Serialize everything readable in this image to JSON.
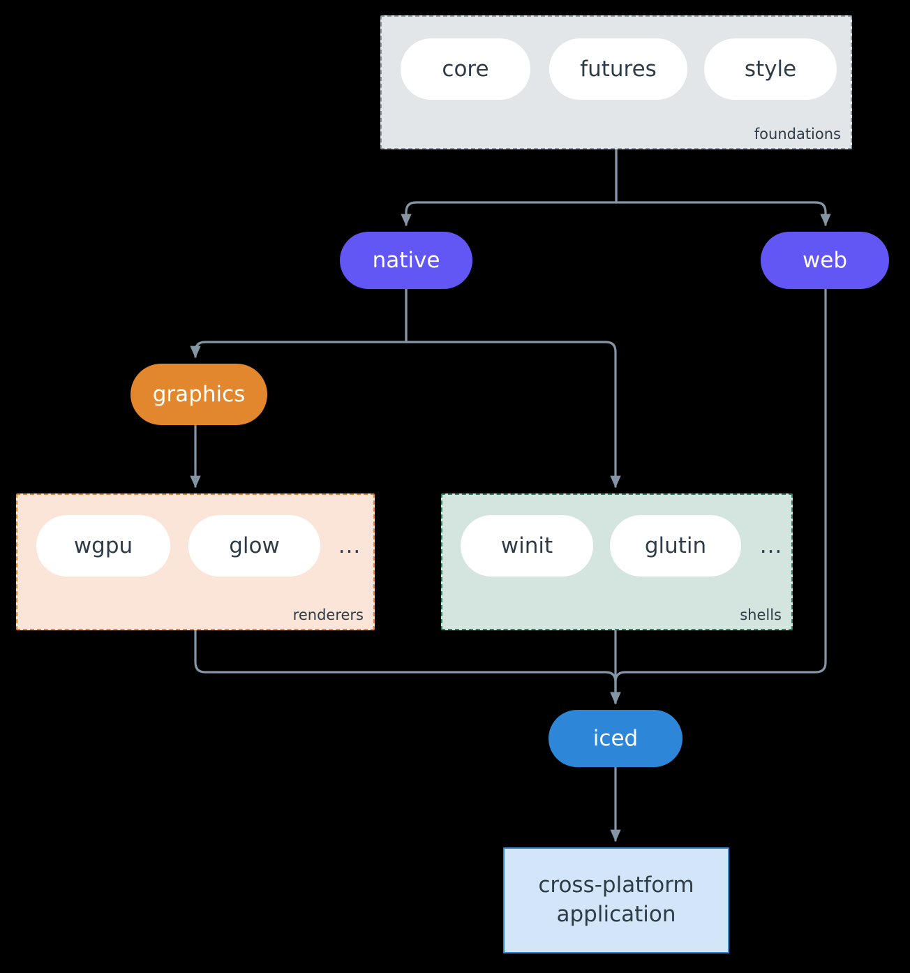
{
  "diagram": {
    "type": "flowchart",
    "direction": "top-to-bottom",
    "background": "#000000",
    "edge_color": "#8496A6"
  },
  "clusters": [
    {
      "id": "foundations",
      "label": "foundations",
      "fill": "#E2E6E9",
      "border": "#8A9BA8",
      "border_style": "dashed",
      "items": [
        "core",
        "futures",
        "style"
      ]
    },
    {
      "id": "renderers",
      "label": "renderers",
      "fill": "#FAE5D8",
      "border": "#E9842F",
      "border_style": "dashed",
      "items": [
        "wgpu",
        "glow"
      ],
      "ellipsis": "..."
    },
    {
      "id": "shells",
      "label": "shells",
      "fill": "#D4E4DF",
      "border": "#2E8069",
      "border_style": "dashed",
      "items": [
        "winit",
        "glutin"
      ],
      "ellipsis": "..."
    }
  ],
  "nodes": {
    "core": {
      "label": "core",
      "fill": "#FFFFFF",
      "text_color": "#2E3C47"
    },
    "futures": {
      "label": "futures",
      "fill": "#FFFFFF",
      "text_color": "#2E3C47"
    },
    "style": {
      "label": "style",
      "fill": "#FFFFFF",
      "text_color": "#2E3C47"
    },
    "native": {
      "label": "native",
      "fill": "#6257F5",
      "text_color": "#FFFFFF"
    },
    "web": {
      "label": "web",
      "fill": "#6257F5",
      "text_color": "#FFFFFF"
    },
    "graphics": {
      "label": "graphics",
      "fill": "#E3872F",
      "text_color": "#FFFFFF"
    },
    "wgpu": {
      "label": "wgpu",
      "fill": "#FFFFFF",
      "text_color": "#2E3C47"
    },
    "glow": {
      "label": "glow",
      "fill": "#FFFFFF",
      "text_color": "#2E3C47"
    },
    "renderers_more": {
      "label": "..."
    },
    "winit": {
      "label": "winit",
      "fill": "#FFFFFF",
      "text_color": "#2E3C47"
    },
    "glutin": {
      "label": "glutin",
      "fill": "#FFFFFF",
      "text_color": "#2E3C47"
    },
    "shells_more": {
      "label": "..."
    },
    "iced": {
      "label": "iced",
      "fill": "#2E86D8",
      "text_color": "#FFFFFF"
    },
    "application": {
      "label_line1": "cross-platform",
      "label_line2": "application",
      "fill": "#D3E6F9",
      "border": "#2E86D8",
      "text_color": "#2E3C47"
    }
  },
  "edges": [
    {
      "from": "foundations",
      "to": "native"
    },
    {
      "from": "foundations",
      "to": "web"
    },
    {
      "from": "native",
      "to": "graphics"
    },
    {
      "from": "native",
      "to": "shells"
    },
    {
      "from": "graphics",
      "to": "renderers"
    },
    {
      "from": "renderers",
      "to": "iced"
    },
    {
      "from": "shells",
      "to": "iced"
    },
    {
      "from": "web",
      "to": "iced"
    },
    {
      "from": "iced",
      "to": "application"
    }
  ]
}
